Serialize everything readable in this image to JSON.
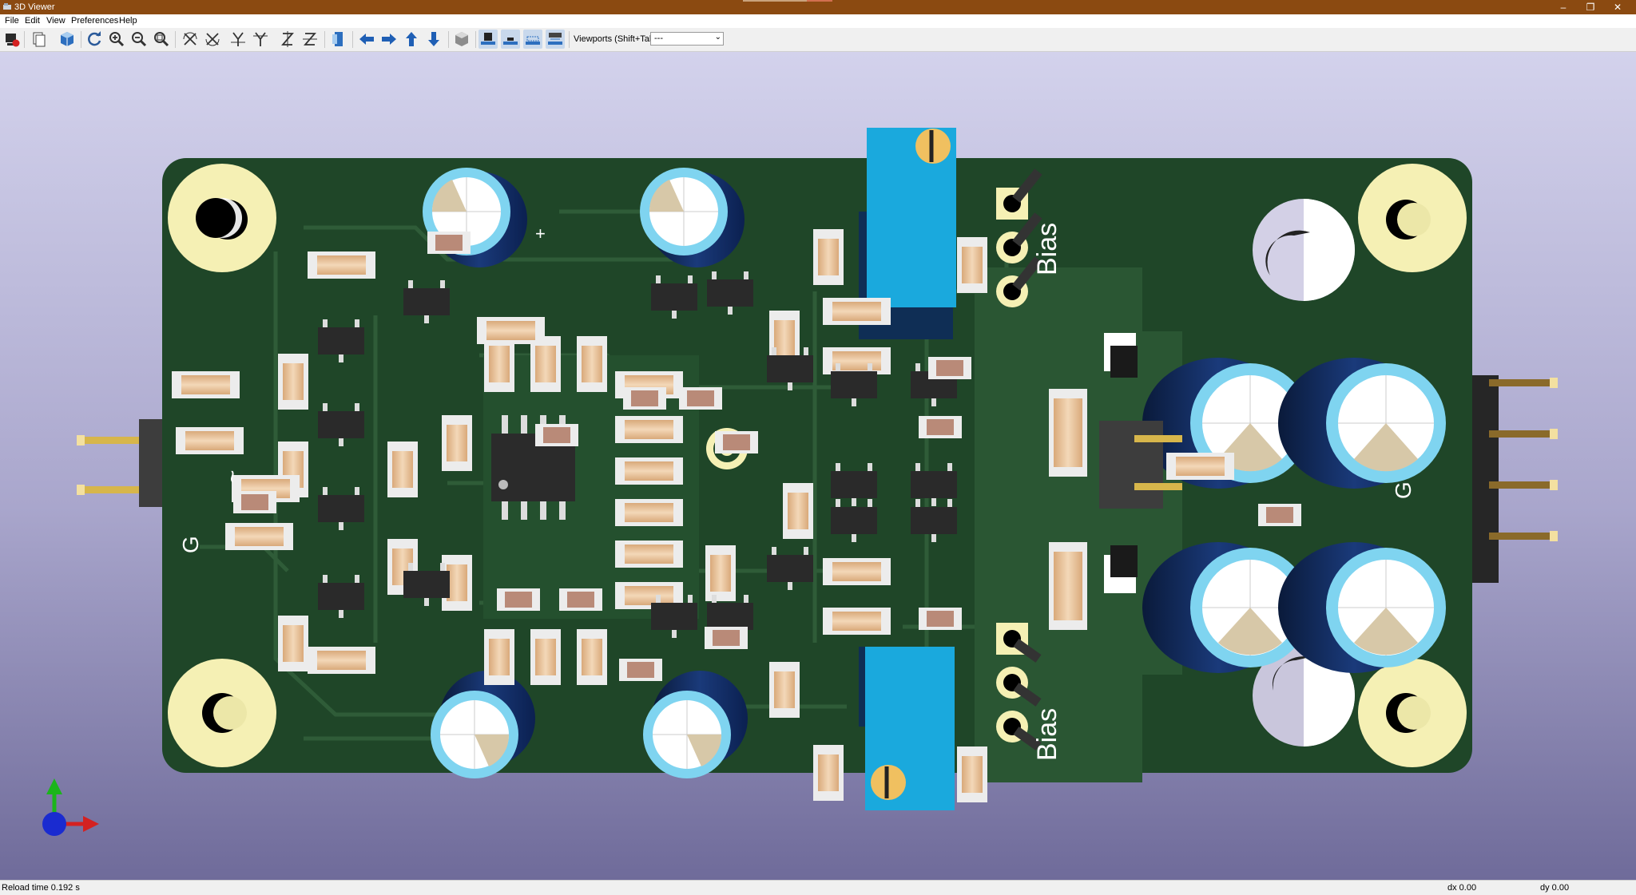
{
  "window": {
    "title": "3D Viewer",
    "minimize_glyph": "–",
    "maximize_glyph": "❐",
    "close_glyph": "✕"
  },
  "menu": [
    {
      "label": "File"
    },
    {
      "label": "Edit"
    },
    {
      "label": "View"
    },
    {
      "label": "Preferences"
    },
    {
      "label": "Help"
    }
  ],
  "toolbar": {
    "viewports_label": "Viewports (Shift+Tab):",
    "viewports_value": "---",
    "icons": [
      "render-raytrace-icon",
      "copy-to-clipboard-icon",
      "3d-view-icon",
      "reload-icon",
      "zoom-in-icon",
      "zoom-out-icon",
      "zoom-fit-icon",
      "rotate-x-cw-icon",
      "rotate-x-ccw-icon",
      "rotate-y-cw-icon",
      "rotate-y-ccw-icon",
      "rotate-z-cw-icon",
      "rotate-z-ccw-icon",
      "flip-board-icon",
      "pan-left-icon",
      "pan-right-icon",
      "pan-up-icon",
      "pan-down-icon",
      "ortho-toggle-icon",
      "show-tht-icon",
      "show-smd-icon",
      "show-virtual-icon",
      "show-not-in-posfile-icon"
    ]
  },
  "board": {
    "labels": [
      {
        "text": "Bias"
      },
      {
        "text": "Bias"
      },
      {
        "text": "G"
      },
      {
        "text": "G"
      },
      {
        "text": "~"
      },
      {
        "text": "+"
      }
    ]
  },
  "status": {
    "reload": "Reload time 0.192 s",
    "dx": "dx 0.00",
    "dy": "dy 0.00"
  },
  "colors": {
    "titlebar": "#8b4a11",
    "pcb_soldermask": "#1f4628",
    "pcb_trace": "#2f5c38",
    "pad_gold": "#f5f0b4",
    "trimmer_blue": "#1aa9dd",
    "cap_blue": "#7fd4f0"
  }
}
